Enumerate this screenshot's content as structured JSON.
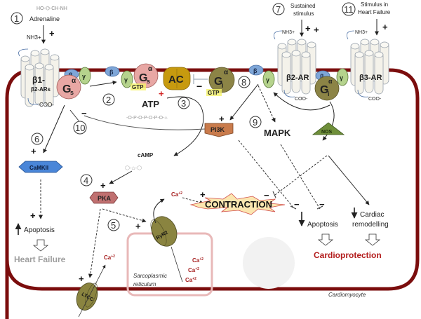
{
  "colors": {
    "membrane": "#7b0d0d",
    "gs": "#e8a7a4",
    "ac": "#c79a0f",
    "gi": "#8c8446",
    "beta_subunit": "#7ea6d8",
    "gamma_subunit": "#b5d38d",
    "pi3k": "#c97b4c",
    "camkii": "#4a86d8",
    "pka": "#c07070",
    "nos": "#6f8f3a",
    "channel": "#8a8440",
    "ca_text": "#a51d1d",
    "heart_failure_text": "#9e9e9e",
    "cardioprotection_text": "#b31c1c",
    "sr_border": "#e8b8b8"
  },
  "steps": [
    "1",
    "2",
    "3",
    "4",
    "5",
    "6",
    "7",
    "8",
    "9",
    "10",
    "11"
  ],
  "stimuli": {
    "adrenaline": "Adrenaline",
    "sustained": "Sustained stimulus",
    "sustained_l1": "Sustained",
    "sustained_l2": "stimulus",
    "heart_failure": "Stimulus in Heart Failure",
    "heart_failure_l1": "Stimulus in",
    "heart_failure_l2": "Heart  Failure"
  },
  "receptors": {
    "b1": {
      "line1": "β1-",
      "line2": "β2-ARs"
    },
    "b2": "β2-AR",
    "b3": "β3-AR",
    "nh3": "NH3+",
    "coo": "COO-"
  },
  "gproteins": {
    "beta": "β",
    "gamma": "γ",
    "alpha": "α",
    "gs": "G",
    "gs_sub": "s",
    "gi": "G",
    "gi_sub": "i",
    "gtp": "GTP"
  },
  "enzymes": {
    "ac": "AC",
    "atp": "ATP",
    "camp": "cAMP",
    "pi3k": "PI3K",
    "mapk": "MAPK",
    "nos": "NOS",
    "camkii": "CaMKII",
    "pka": "PKA",
    "ryr2": "RyR2",
    "ltcc": "LTCC"
  },
  "signs": {
    "plus": "+",
    "minus": "−",
    "red_plus": "+"
  },
  "calcium": "Ca+2",
  "calcium_base": "Ca",
  "calcium_sup": "+2",
  "contraction": "CONTRACTION",
  "outcomes": {
    "left_apoptosis": "Apoptosis",
    "heart_failure": "Heart Failure",
    "right_apoptosis": "Apoptosis",
    "cardiac": "Cardiac",
    "remodelling": "remodelling",
    "cardioprotection": "Cardioprotection"
  },
  "compartments": {
    "sr_l1": "Sarcoplasmic",
    "sr_l2": "reticulum",
    "cell": "Cardiomyocyte"
  }
}
